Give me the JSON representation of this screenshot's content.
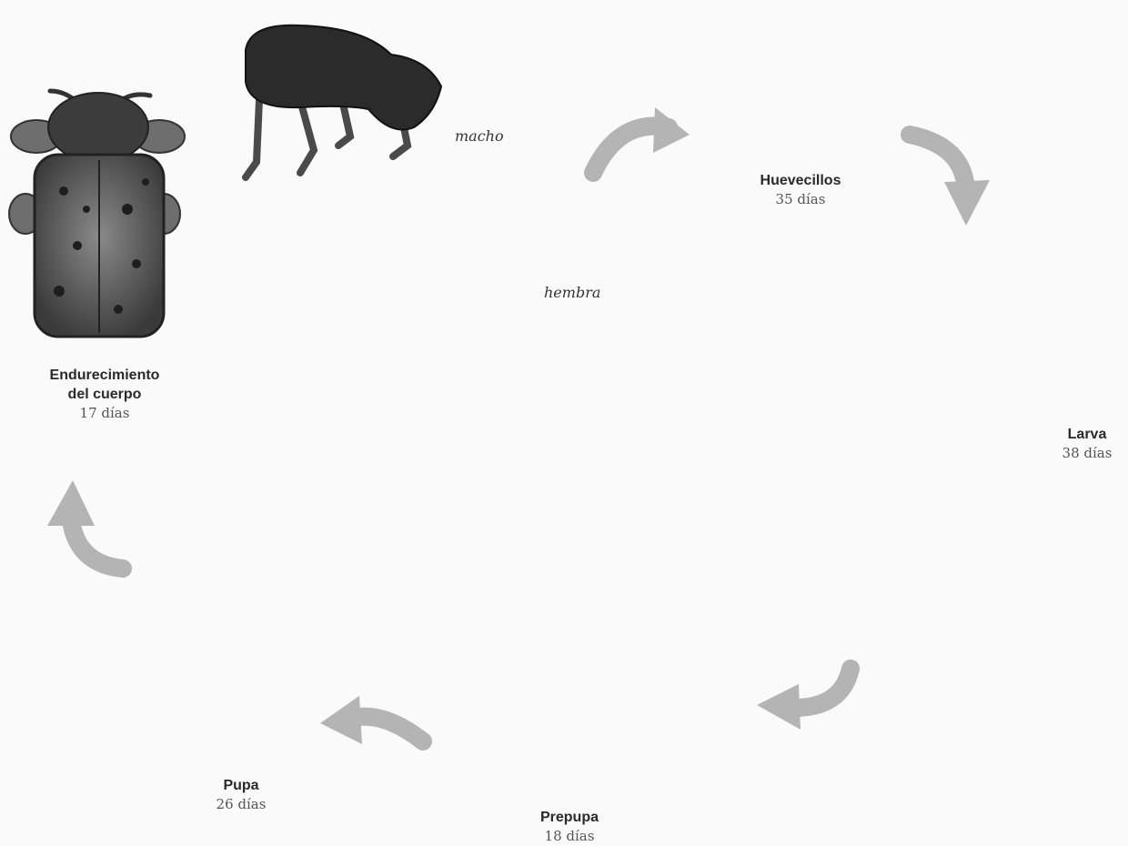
{
  "stages": {
    "eggs": {
      "name": "Huevecillos",
      "duration": "35 días"
    },
    "larva": {
      "name": "Larva",
      "duration": "38 días"
    },
    "prepupa": {
      "name": "Prepupa",
      "duration": "18 días"
    },
    "pupa": {
      "name": "Pupa",
      "duration": "26 días"
    },
    "hardening": {
      "name_line1": "Endurecimiento",
      "name_line2": "del cuerpo",
      "duration": "17 días"
    }
  },
  "adults": {
    "male_label": "macho",
    "female_label": "hembra"
  },
  "colors": {
    "arrow": "#b4b4b4",
    "insect_dark": "#2b2b2b",
    "larva_fill": "#e6e6e6",
    "outline": "#333333"
  }
}
